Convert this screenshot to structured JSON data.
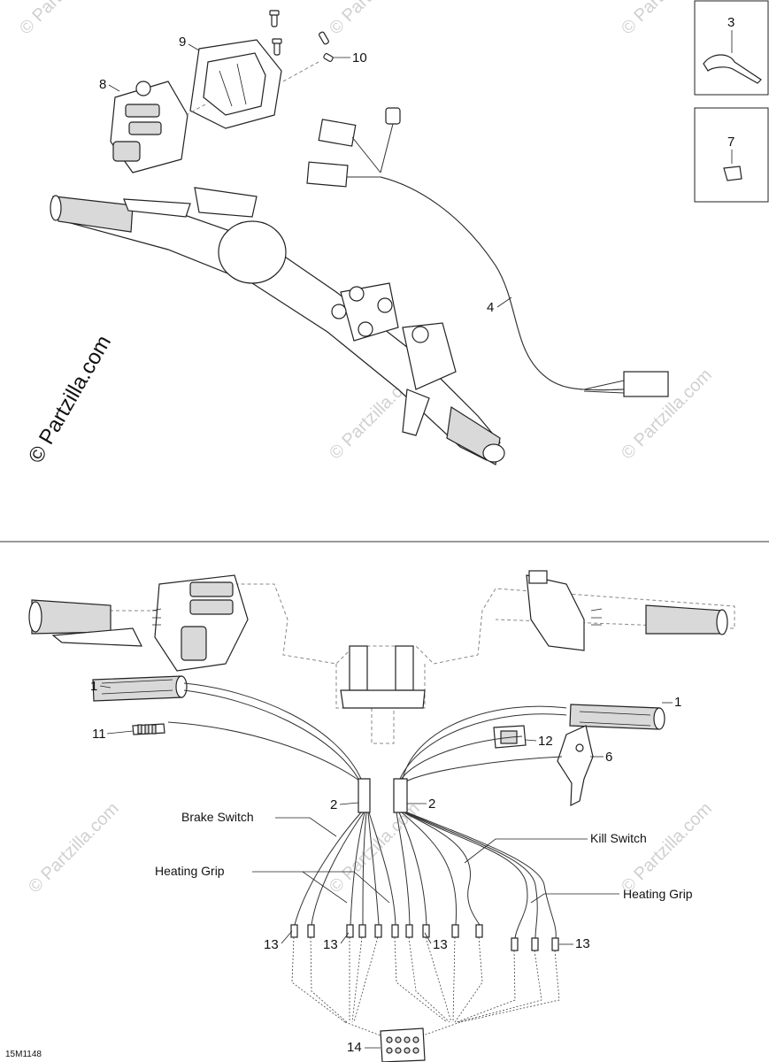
{
  "diagram_code": "15M1148",
  "copyright": "© Partzilla.com",
  "watermark": "© Partzilla.com",
  "top_section": {
    "callouts": [
      "9",
      "10",
      "8",
      "3",
      "7",
      "4"
    ]
  },
  "bottom_section": {
    "callouts": [
      "1",
      "1",
      "11",
      "12",
      "6",
      "2",
      "2",
      "13",
      "13",
      "13",
      "13",
      "14"
    ],
    "labels": {
      "brake_switch": "Brake Switch",
      "heating_grip_left": "Heating Grip",
      "kill_switch": "Kill Switch",
      "heating_grip_right": "Heating Grip"
    }
  }
}
